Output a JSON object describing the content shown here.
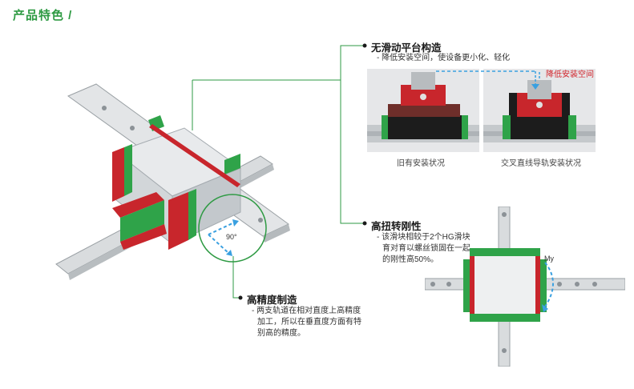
{
  "heading": "产品特色 /",
  "features": [
    {
      "title": "无滑动平台构造",
      "desc_lines": [
        "- 降低安装空间，使设备更小化、轻化"
      ]
    },
    {
      "title": "高扭转刚性",
      "desc_lines": [
        "- 该滑块相较于2个HG滑块",
        "育对育以螺丝锁固在一起",
        "的刚性高50%。"
      ]
    },
    {
      "title": "高精度制造",
      "desc_lines": [
        "- 两支轨道在相对直度上高精度",
        "加工，所以在垂直度方面有特",
        "别高的精度。"
      ]
    }
  ],
  "comparison": {
    "old_caption": "旧有安装状况",
    "new_caption": "交叉直线导轨安装状况",
    "reduce_label": "降低安装空间"
  },
  "angle_label": "90°",
  "moment_label": "My",
  "colors": {
    "accent_green": "#2e9a43",
    "block_red": "#c8262c",
    "rail_gray": "#cfd3d6"
  }
}
